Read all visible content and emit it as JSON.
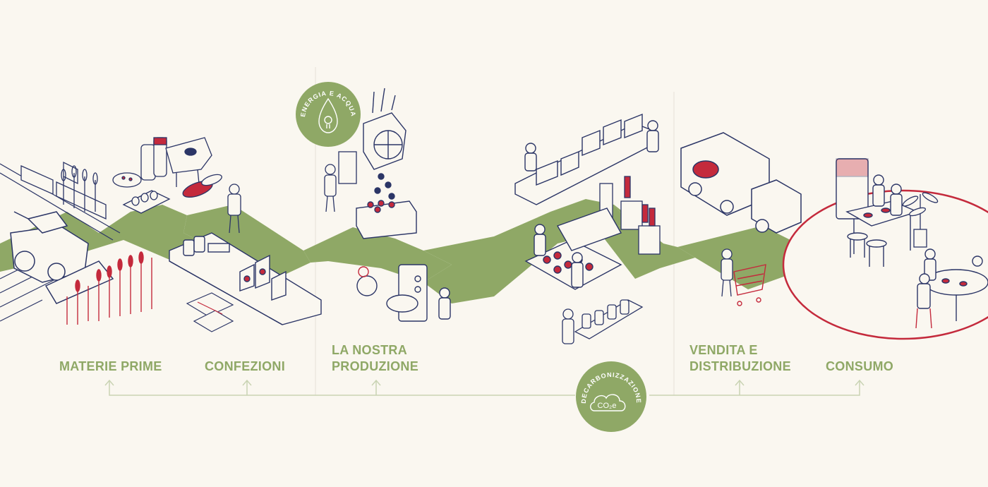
{
  "stages": [
    {
      "id": "materie-prime",
      "label": "MATERIE PRIME"
    },
    {
      "id": "confezioni",
      "label": "CONFEZIONI"
    },
    {
      "id": "nostra-produzione",
      "label_line1": "LA NOSTRA",
      "label_line2": "PRODUZIONE"
    },
    {
      "id": "vendita",
      "label_line1": "VENDITA E",
      "label_line2": "DISTRIBUZIONE"
    },
    {
      "id": "consumo",
      "label": "CONSUMO"
    }
  ],
  "badges": {
    "energy": {
      "label": "ENERGIA E ACQUA",
      "icon": "water-drop-lightbulb-icon"
    },
    "decarbonization": {
      "label": "DECARBONIZZAZIONE",
      "icon": "co2-cloud-icon",
      "co2_text": "CO₂e"
    }
  },
  "colors": {
    "background": "#faf7f0",
    "accent_green": "#8fa866",
    "line_navy": "#2b3566",
    "accent_red": "#c42a3c"
  }
}
